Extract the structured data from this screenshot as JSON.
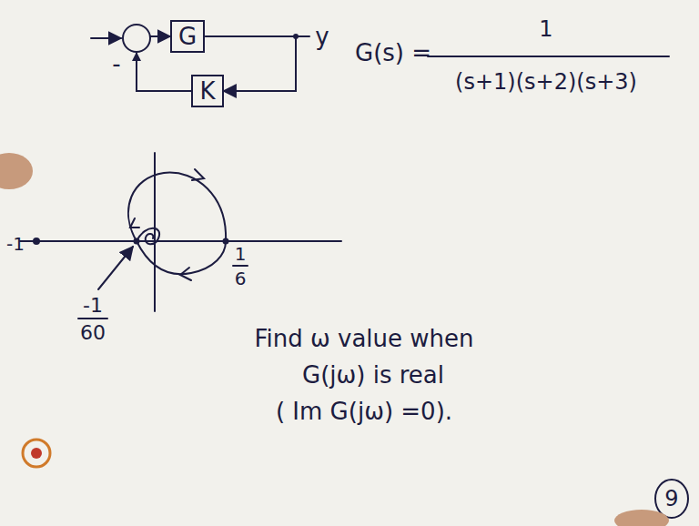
{
  "diagram": {
    "nodes": [
      {
        "text": [
          "G"
        ]
      },
      {
        "text": [
          "K"
        ]
      }
    ],
    "edges": [
      {
        "from": 0,
        "to": 1,
        "arrow": "to"
      },
      {
        "from": 1,
        "to": 0,
        "arrow": "to"
      }
    ],
    "labels": [
      "y",
      "-",
      "G(s) =",
      "1",
      "(s+1)(s+2)(s+3)",
      "-1",
      "-1",
      "60",
      "1",
      "6",
      "Find ω value when",
      "G(jω) is real",
      "( Im G(jω) =0).",
      "9"
    ]
  }
}
